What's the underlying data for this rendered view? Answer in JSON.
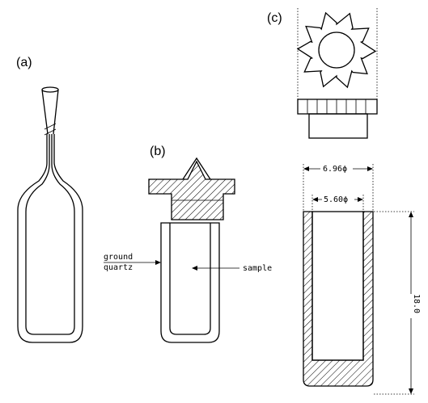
{
  "panels": {
    "a": {
      "label": "(a)"
    },
    "b": {
      "label": "(b)",
      "left_label_line1": "ground",
      "left_label_line2": "quartz",
      "right_label": "sample"
    },
    "c": {
      "label": "(c)",
      "outer_diameter": "6.96ϕ",
      "inner_diameter": "5.60ϕ",
      "height": "18.0"
    }
  }
}
